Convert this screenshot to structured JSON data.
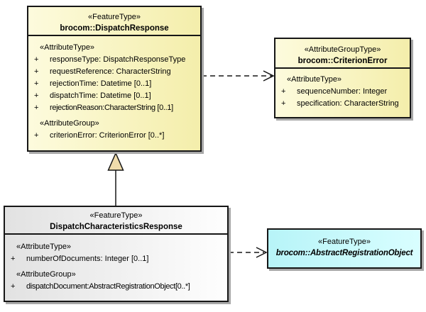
{
  "diagram": {
    "kind": "uml-class-diagram",
    "background": "#ffffff"
  },
  "colors": {
    "box_border": "#161616",
    "shadow": "#a8a8a8",
    "yellow_left": "#fdfbdd",
    "yellow_right": "#f4eeab",
    "gray_left": "#e2e2e2",
    "gray_right": "#fefefe",
    "cyan_left": "#b7f4f8",
    "cyan_right": "#d9feff",
    "generalization_arrow_fill": "#f0dcab",
    "connector_line": "#161616"
  },
  "boxes": {
    "dispatchResponse": {
      "stereotype": "«FeatureType»",
      "name": "brocom::DispatchResponse",
      "sections": [
        {
          "label": "«AttributeType»",
          "items": [
            {
              "vis": "+",
              "text": "responseType: DispatchResponseType"
            },
            {
              "vis": "+",
              "text": "requestReference: CharacterString"
            },
            {
              "vis": "+",
              "text": "rejectionTime: Datetime [0..1]"
            },
            {
              "vis": "+",
              "text": "dispatchTime: Datetime [0..1]"
            },
            {
              "vis": "+",
              "text": "rejectionReason:CharacterString [0..1]"
            }
          ]
        },
        {
          "label": "«AttributeGroup»",
          "items": [
            {
              "vis": "+",
              "text": "criterionError: CriterionError [0..*]"
            }
          ]
        }
      ]
    },
    "criterionError": {
      "stereotype": "«AttributeGroupType»",
      "name": "brocom::CriterionError",
      "sections": [
        {
          "label": "«AttributeType»",
          "items": [
            {
              "vis": "+",
              "text": "sequenceNumber: Integer"
            },
            {
              "vis": "+",
              "text": "specification: CharacterString"
            }
          ]
        }
      ]
    },
    "dispatchCharacteristicsResponse": {
      "stereotype": "«FeatureType»",
      "name": "DispatchCharacteristicsResponse",
      "sections": [
        {
          "label": "«AttributeType»",
          "items": [
            {
              "vis": "+",
              "text": "numberOfDocuments: Integer [0..1]"
            }
          ]
        },
        {
          "label": "«AttributeGroup»",
          "items": [
            {
              "vis": "+",
              "text": "dispatchDocument:AbstractRegistrationObject[0..*]"
            }
          ]
        }
      ]
    },
    "abstractRegistrationObject": {
      "stereotype": "«FeatureType»",
      "name": "brocom::AbstractRegistrationObject"
    }
  },
  "connectors": {
    "generalization": {
      "type": "generalization",
      "from": "DispatchCharacteristicsResponse",
      "to": "brocom::DispatchResponse",
      "style": "solid-line-hollow-triangle"
    },
    "dependencyCriterionError": {
      "type": "dependency",
      "from": "brocom::DispatchResponse",
      "to": "brocom::CriterionError",
      "style": "dashed-line-open-arrow"
    },
    "dependencyAbstractRegistrationObject": {
      "type": "dependency",
      "from": "DispatchCharacteristicsResponse",
      "to": "brocom::AbstractRegistrationObject",
      "style": "dashed-line-open-arrow"
    }
  }
}
